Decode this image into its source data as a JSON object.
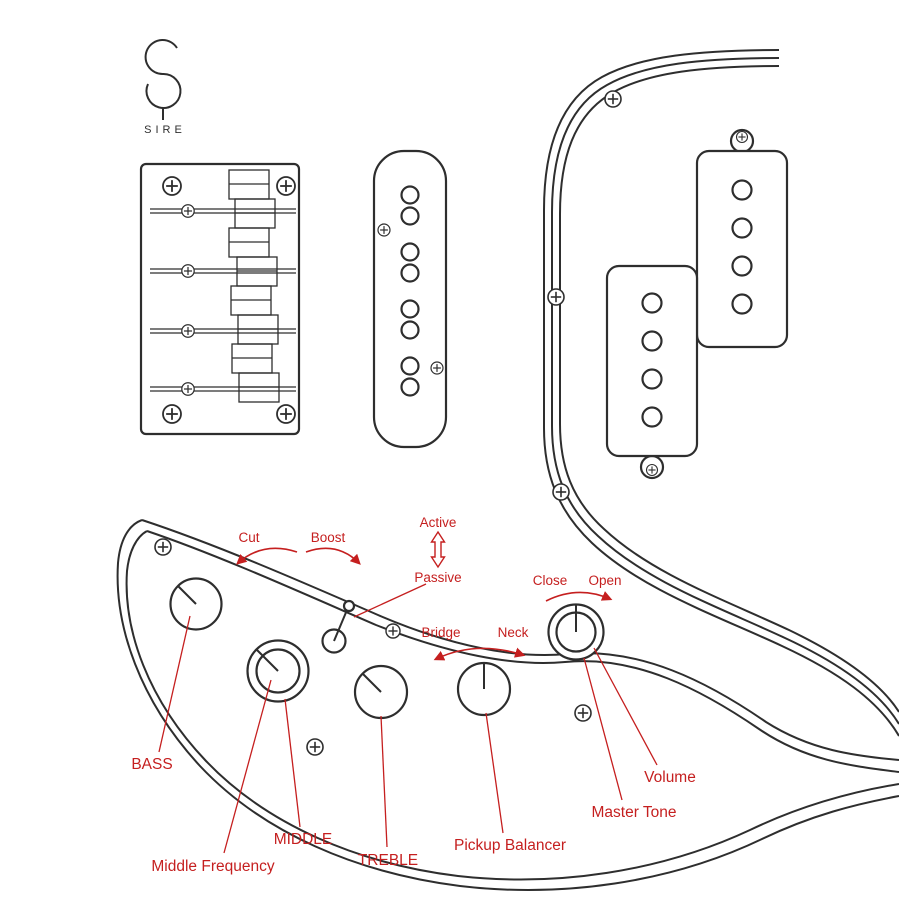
{
  "brand": {
    "logo_text": "SIRE"
  },
  "colors": {
    "ink": "#2e2e2e",
    "accent_red": "#c51f1f",
    "background": "#ffffff"
  },
  "rotation_annotations": {
    "cut": "Cut",
    "boost": "Boost",
    "active": "Active",
    "passive": "Passive",
    "close": "Close",
    "open": "Open",
    "bridge": "Bridge",
    "neck": "Neck"
  },
  "control_labels": {
    "bass": "BASS",
    "middle": "MIDDLE",
    "middle_frequency": "Middle Frequency",
    "treble": "TREBLE",
    "pickup_balancer": "Pickup Balancer",
    "master_tone": "Master Tone",
    "volume": "Volume"
  }
}
